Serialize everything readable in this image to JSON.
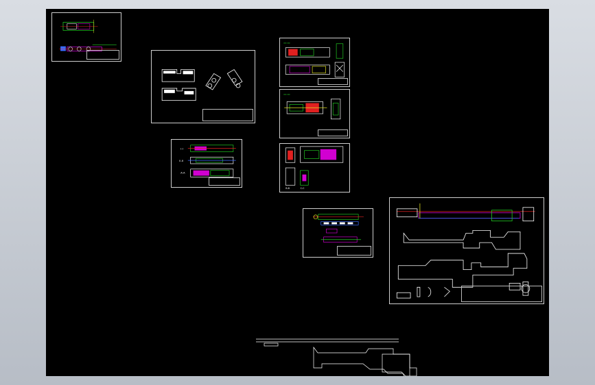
{
  "app": {
    "title": ""
  },
  "colors": {
    "background_outer": "#c9ced6",
    "canvas": "#000000",
    "sheet_border": "#cfcfcf",
    "line": "#ffffff",
    "accent_green": "#22cc22",
    "accent_magenta": "#d100d1",
    "accent_red": "#e12020",
    "accent_yellow": "#e0e020",
    "accent_blue": "#3b6bff",
    "accent_cyan": "#00cfcf"
  },
  "sheets": [
    {
      "id": "sheet-1",
      "kind": "assembly-small"
    },
    {
      "id": "sheet-2",
      "kind": "part-blocks"
    },
    {
      "id": "sheet-3",
      "kind": "section-views"
    },
    {
      "id": "sheet-4",
      "kind": "process-sheet"
    },
    {
      "id": "sheet-5",
      "kind": "process-sheet"
    },
    {
      "id": "sheet-6",
      "kind": "process-sheet"
    },
    {
      "id": "sheet-7",
      "kind": "detail-parts"
    },
    {
      "id": "sheet-8",
      "kind": "main-assembly"
    }
  ],
  "footer_drawing": {
    "kind": "unframed-outline"
  },
  "status": {
    "text": ""
  }
}
